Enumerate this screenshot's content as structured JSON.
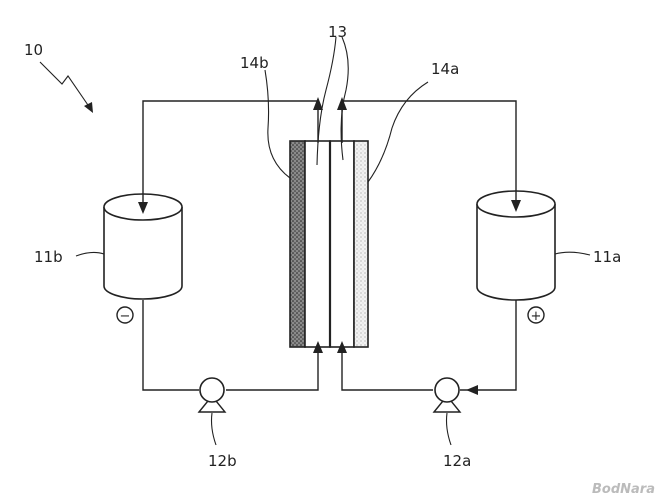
{
  "labels": {
    "system": "10",
    "tank_left": "11b",
    "tank_right": "11a",
    "membrane": "13",
    "electrode_left": "14b",
    "electrode_right": "14a",
    "pump_left": "12b",
    "pump_right": "12a"
  },
  "polarity": {
    "left": "−",
    "right": "+"
  },
  "watermark": "BodNara",
  "icons": [
    "negative-terminal-icon",
    "positive-terminal-icon",
    "pump-icon",
    "flow-arrow-icon"
  ]
}
